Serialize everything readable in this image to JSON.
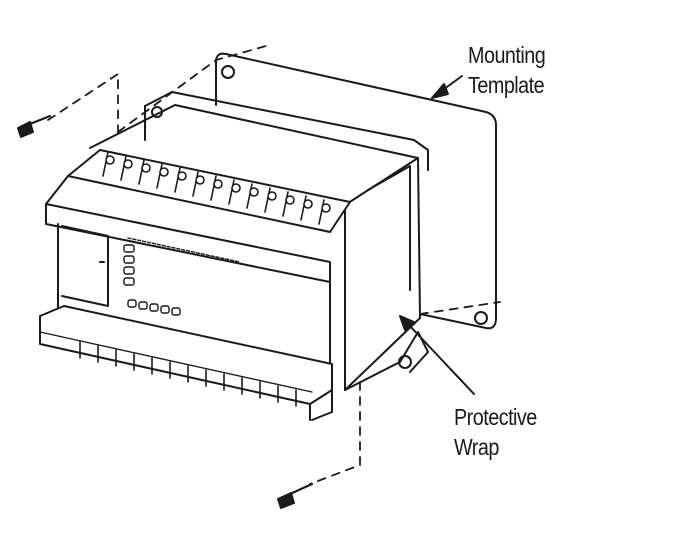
{
  "labels": {
    "mounting_line1": "Mounting",
    "mounting_line2": "Template",
    "protective_line1": "Protective",
    "protective_line2": "Wrap"
  },
  "colors": {
    "ink": "#1a1a1a",
    "paper": "#ffffff",
    "shade": "#d9d9d9"
  }
}
